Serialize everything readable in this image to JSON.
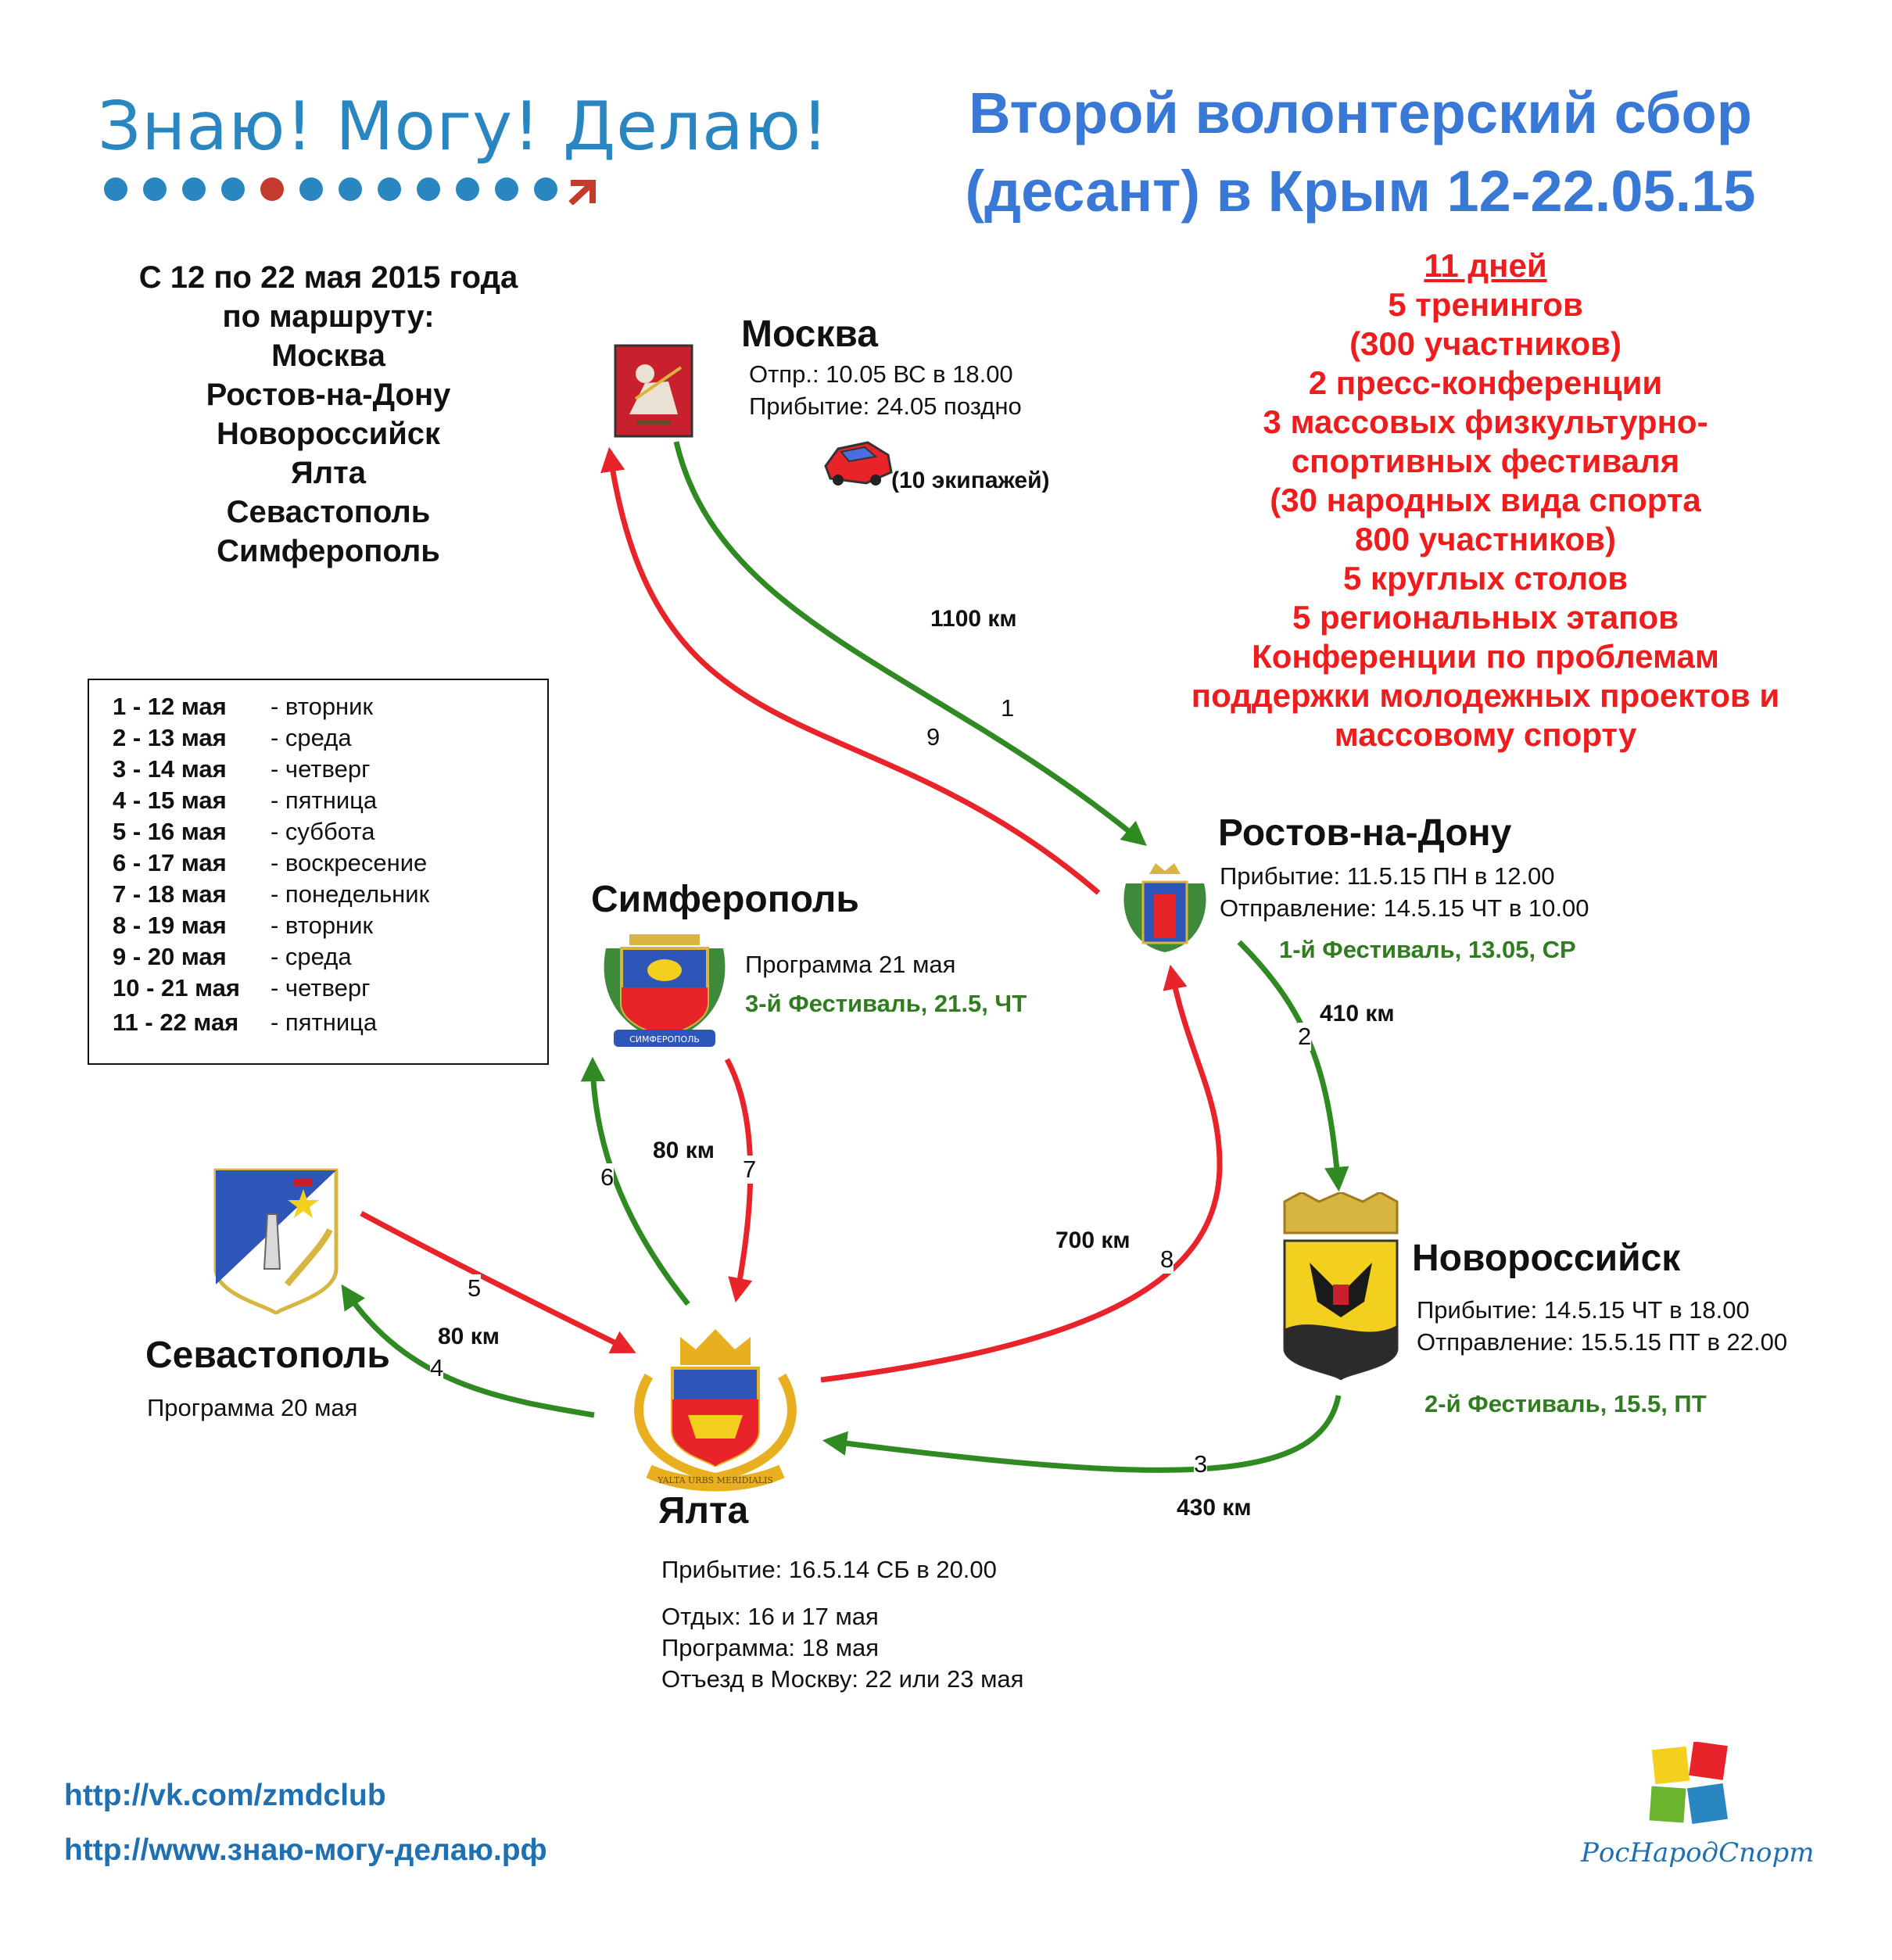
{
  "header": {
    "logo_text": "Знаю! Могу! Делаю!",
    "title_line1": "Второй волонтерский сбор",
    "title_line2": "(десант) в Крым 12-22.05.15"
  },
  "route_intro": {
    "lines": [
      "С 12 по 22 мая 2015 года",
      "по маршруту:",
      "Москва",
      "Ростов-на-Дону",
      "Новороссийск",
      "Ялта",
      "Севастополь",
      "Симферополь"
    ]
  },
  "stats": {
    "days": "11 дней",
    "lines": [
      "5 тренингов",
      "(300 участников)",
      "2 пресс-конференции",
      "3 массовых физкультурно-",
      "спортивных фестиваля",
      "(30 народных вида спорта",
      "800 участников)",
      "5 круглых столов",
      "5 региональных этапов",
      "Конференции по проблемам",
      "поддержки молодежных проектов и",
      "массовому спорту"
    ]
  },
  "calendar": [
    {
      "num": "1  - 12 мая",
      "day": "- вторник"
    },
    {
      "num": "2  - 13 мая",
      "day": "- среда"
    },
    {
      "num": "3  - 14 мая",
      "day": "- четверг"
    },
    {
      "num": "4  - 15 мая",
      "day": "- пятница"
    },
    {
      "num": "5  - 16 мая",
      "day": "- суббота"
    },
    {
      "num": "6  - 17 мая",
      "day": "- воскресение"
    },
    {
      "num": "7  - 18 мая",
      "day": "- понедельник"
    },
    {
      "num": "8  - 19 мая",
      "day": "- вторник"
    },
    {
      "num": "9  - 20 мая",
      "day": "- среда"
    },
    {
      "num": "10 - 21 мая",
      "day": "- четверг"
    },
    {
      "num": "11 - 22 мая",
      "day": "- пятница"
    }
  ],
  "cities": {
    "moscow": {
      "name": "Москва",
      "depart": "Отпр.: 10.05 ВС в 18.00",
      "arrive": "Прибытие: 24.05 поздно",
      "crews": "(10 экипажей)"
    },
    "rostov": {
      "name": "Ростов-на-Дону",
      "arrive": "Прибытие: 11.5.15 ПН в 12.00",
      "depart": "Отправление: 14.5.15 ЧТ в 10.00",
      "festival": "1-й Фестиваль, 13.05, СР"
    },
    "novorossiysk": {
      "name": "Новороссийск",
      "arrive": "Прибытие: 14.5.15 ЧТ в 18.00",
      "depart": "Отправление: 15.5.15 ПТ в 22.00",
      "festival": "2-й Фестиваль, 15.5, ПТ"
    },
    "simferopol": {
      "name": "Симферополь",
      "program": "Программа 21 мая",
      "festival": "3-й Фестиваль, 21.5, ЧТ"
    },
    "sevastopol": {
      "name": "Севастополь",
      "program": "Программа 20 мая"
    },
    "yalta": {
      "name": "Ялта",
      "arrive": "Прибытие: 16.5.14 СБ в 20.00",
      "rest": "Отдых: 16 и 17 мая",
      "program": "Программа: 18 мая",
      "return": "Отъезд в Москву: 22 или 23 мая",
      "motto": "YALTA URBS MERIDIALIS"
    }
  },
  "distances": {
    "moscow_rostov": "1100 км",
    "rostov_novorossiysk": "410 км",
    "novorossiysk_yalta": "430 км",
    "yalta_rostov": "700 км",
    "simferopol_yalta": "80 км",
    "sevastopol_yalta": "80 км"
  },
  "segments": {
    "s1": "1",
    "s2": "2",
    "s3": "3",
    "s4": "4",
    "s5": "5",
    "s6": "6",
    "s7": "7",
    "s8": "8",
    "s9": "9"
  },
  "crest_labels": {
    "simferopol": "СИМФЕРОПОЛЬ"
  },
  "links": {
    "vk": "http://vk.com/zmdclub",
    "site": "http://www.знаю-могу-делаю.рф"
  },
  "partner_logo": "РосНародСпорт",
  "colors": {
    "outbound": "#2f8a22",
    "return": "#e8242a",
    "title": "#3a78d6",
    "stats": "#ee1c1c",
    "link": "#1f6fb3"
  }
}
